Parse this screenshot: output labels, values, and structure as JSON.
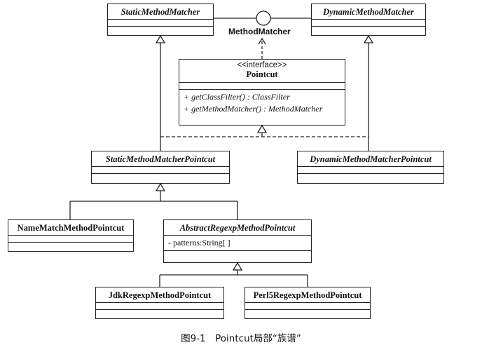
{
  "interface_label": "MethodMatcher",
  "classes": {
    "static_method_matcher": {
      "name": "StaticMethodMatcher"
    },
    "dynamic_method_matcher": {
      "name": "DynamicMethodMatcher"
    },
    "pointcut": {
      "stereotype": "<<interface>>",
      "name": "Pointcut",
      "methods": [
        "+ getClassFilter() : ClassFilter",
        "+ getMethodMatcher() : MethodMatcher"
      ]
    },
    "static_method_matcher_pointcut": {
      "name": "StaticMethodMatcherPointcut"
    },
    "dynamic_method_matcher_pointcut": {
      "name": "DynamicMethodMatcherPointcut"
    },
    "name_match_method_pointcut": {
      "name": "NameMatchMethodPointcut"
    },
    "abstract_regexp_method_pointcut": {
      "name": "AbstractRegexpMethodPointcut",
      "attributes": [
        "- patterns:String[ ]"
      ]
    },
    "jdk_regexp_method_pointcut": {
      "name": "JdkRegexpMethodPointcut"
    },
    "perl5_regexp_method_pointcut": {
      "name": "Perl5RegexpMethodPointcut"
    }
  },
  "caption": "图9-1　Pointcut局部“族谱”"
}
